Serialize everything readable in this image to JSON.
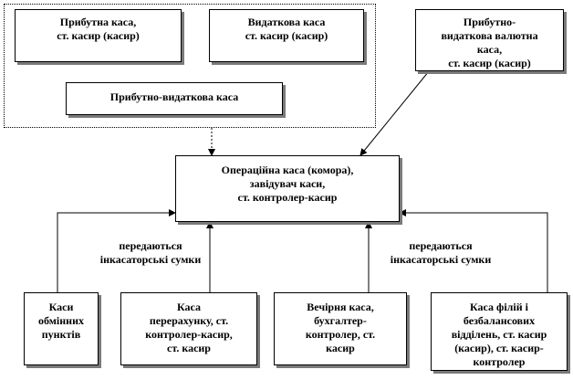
{
  "boxes": {
    "income": "Прибутна каса,\nст. касир (касир)",
    "expense": "Видаткова каса\nст. касир (касир)",
    "income_expense": "Прибутно-видаткова   каса",
    "currency": "Прибутно-\nвидаткова        валютна\nкаса,\nст. касир (касир)",
    "operational": "Операційна каса (комора),\nзавідувач каси,\nст. контролер-касир",
    "exchange": "Каси\nобмінних\nпунктів",
    "recount": "Каса\nперерахунку,  ст.\nконтролер-касир,\nст. касир",
    "evening": "Вечірня каса,\nбухгалтер-\nконтролер,  ст.\nкасир",
    "branches": "Каса філій  і\nбезбалансових\nвідділень,  ст. касир\n(касир), ст.  касир-\nконтролер"
  },
  "labels": {
    "transfer_left": "передаються\nінкасаторські  сумки",
    "transfer_right": "передаються\nінкасаторські  сумки"
  }
}
